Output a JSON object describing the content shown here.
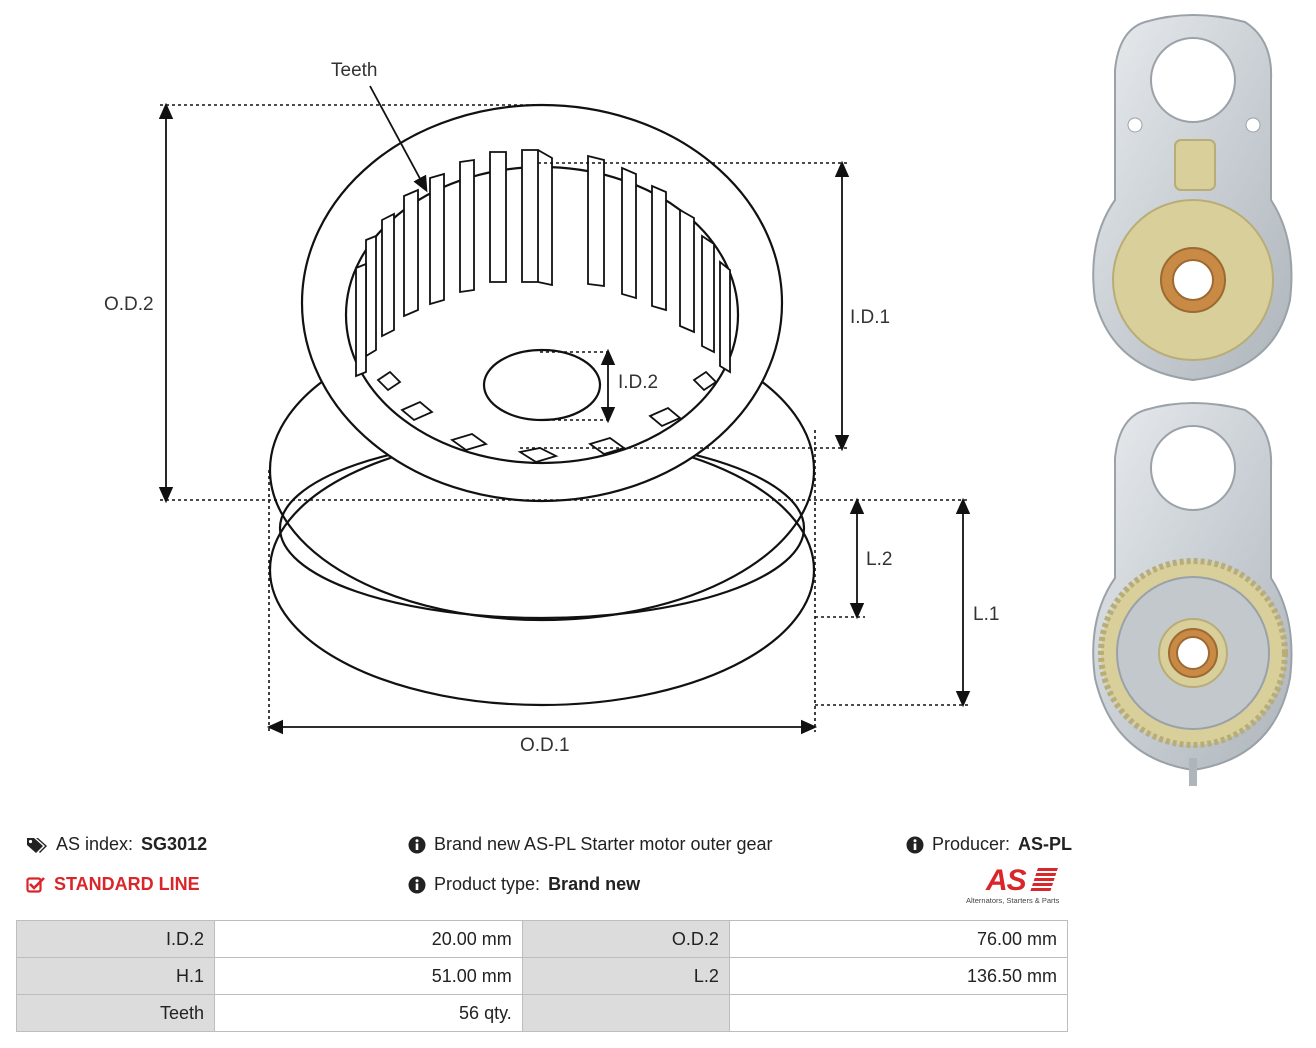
{
  "diagram": {
    "labels": {
      "teeth": "Teeth",
      "od2": "O.D.2",
      "id1": "I.D.1",
      "id2": "I.D.2",
      "l2": "L.2",
      "l1": "L.1",
      "od1": "O.D.1"
    }
  },
  "info": {
    "as_index_label": "AS index:",
    "as_index_value": "SG3012",
    "line": "STANDARD LINE",
    "description": "Brand new AS-PL Starter motor outer gear",
    "product_type_label": "Product type:",
    "product_type_value": "Brand new",
    "producer_label": "Producer:",
    "producer_value": "AS-PL",
    "logo_text": "AS",
    "logo_tagline": "Alternators, Starters & Parts"
  },
  "specs": [
    {
      "k1": "I.D.2",
      "v1": "20.00 mm",
      "k2": "O.D.2",
      "v2": "76.00 mm"
    },
    {
      "k1": "H.1",
      "v1": "51.00 mm",
      "k2": "L.2",
      "v2": "136.50 mm"
    },
    {
      "k1": "Teeth",
      "v1": "56 qty.",
      "k2": "",
      "v2": ""
    }
  ],
  "colors": {
    "accent": "#d9262b",
    "table_key_bg": "#dcdcdc",
    "table_border": "#bdbdbd"
  }
}
